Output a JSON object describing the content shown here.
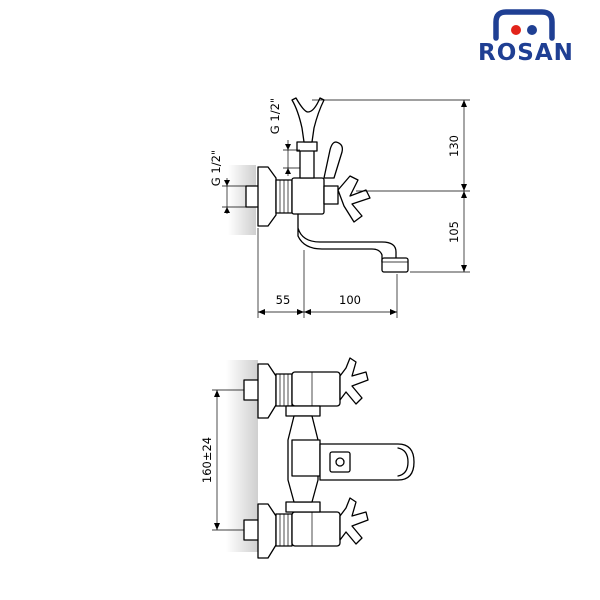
{
  "brand": {
    "name": "ROSAN",
    "colors": {
      "blue": "#1f3f93",
      "red": "#e2231a"
    }
  },
  "dimensions": {
    "inlet_thread_left": "G 1/2\"",
    "inlet_thread_top": "G 1/2\"",
    "height_upper": "130",
    "height_lower": "105",
    "depth_wall": "55",
    "depth_spout": "100",
    "centre_distance": "160±24"
  }
}
